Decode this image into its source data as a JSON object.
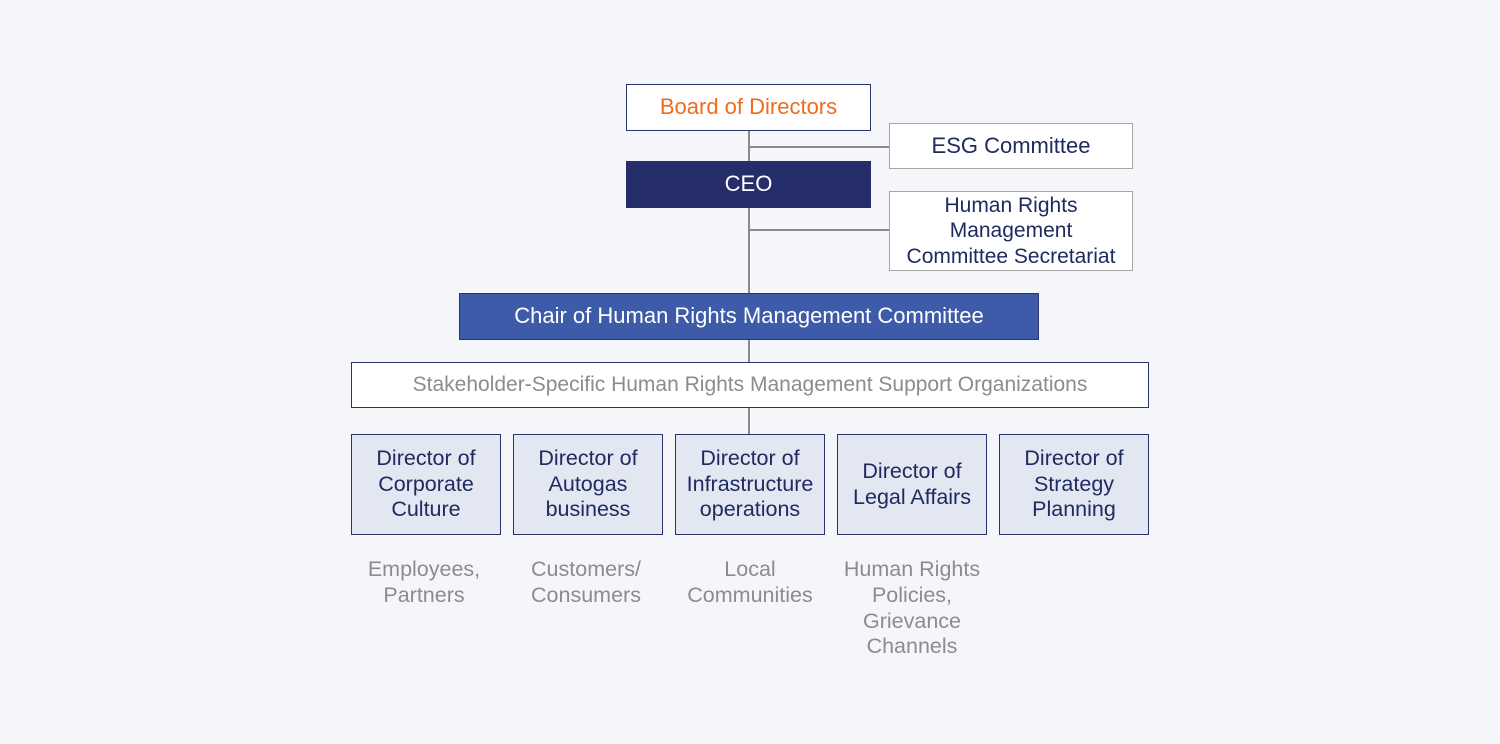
{
  "org_chart": {
    "board": "Board of Directors",
    "esg_committee": "ESG Committee",
    "ceo": "CEO",
    "hr_secretariat": "Human Rights\nManagement\nCommittee Secretariat",
    "chair": "Chair of Human Rights Management Committee",
    "support_orgs": "Stakeholder-Specific Human Rights Management Support Organizations",
    "directors": [
      "Director of\nCorporate\nCulture",
      "Director of\nAutogas\nbusiness",
      "Director of\nInfrastructure\noperations",
      "Director of\nLegal Affairs",
      "Director of\nStrategy\nPlanning"
    ],
    "stakeholders": [
      "Employees,\nPartners",
      "Customers/\nConsumers",
      "Local\nCommunities",
      "Human Rights\nPolicies,\nGrievance\nChannels",
      ""
    ]
  },
  "colors": {
    "board_text": "#ee6b1f",
    "ceo_fill": "#252e6a",
    "chair_fill": "#3d5ba9",
    "director_fill": "#e3e7f1",
    "stakeholder_text": "#8c8c8c"
  }
}
